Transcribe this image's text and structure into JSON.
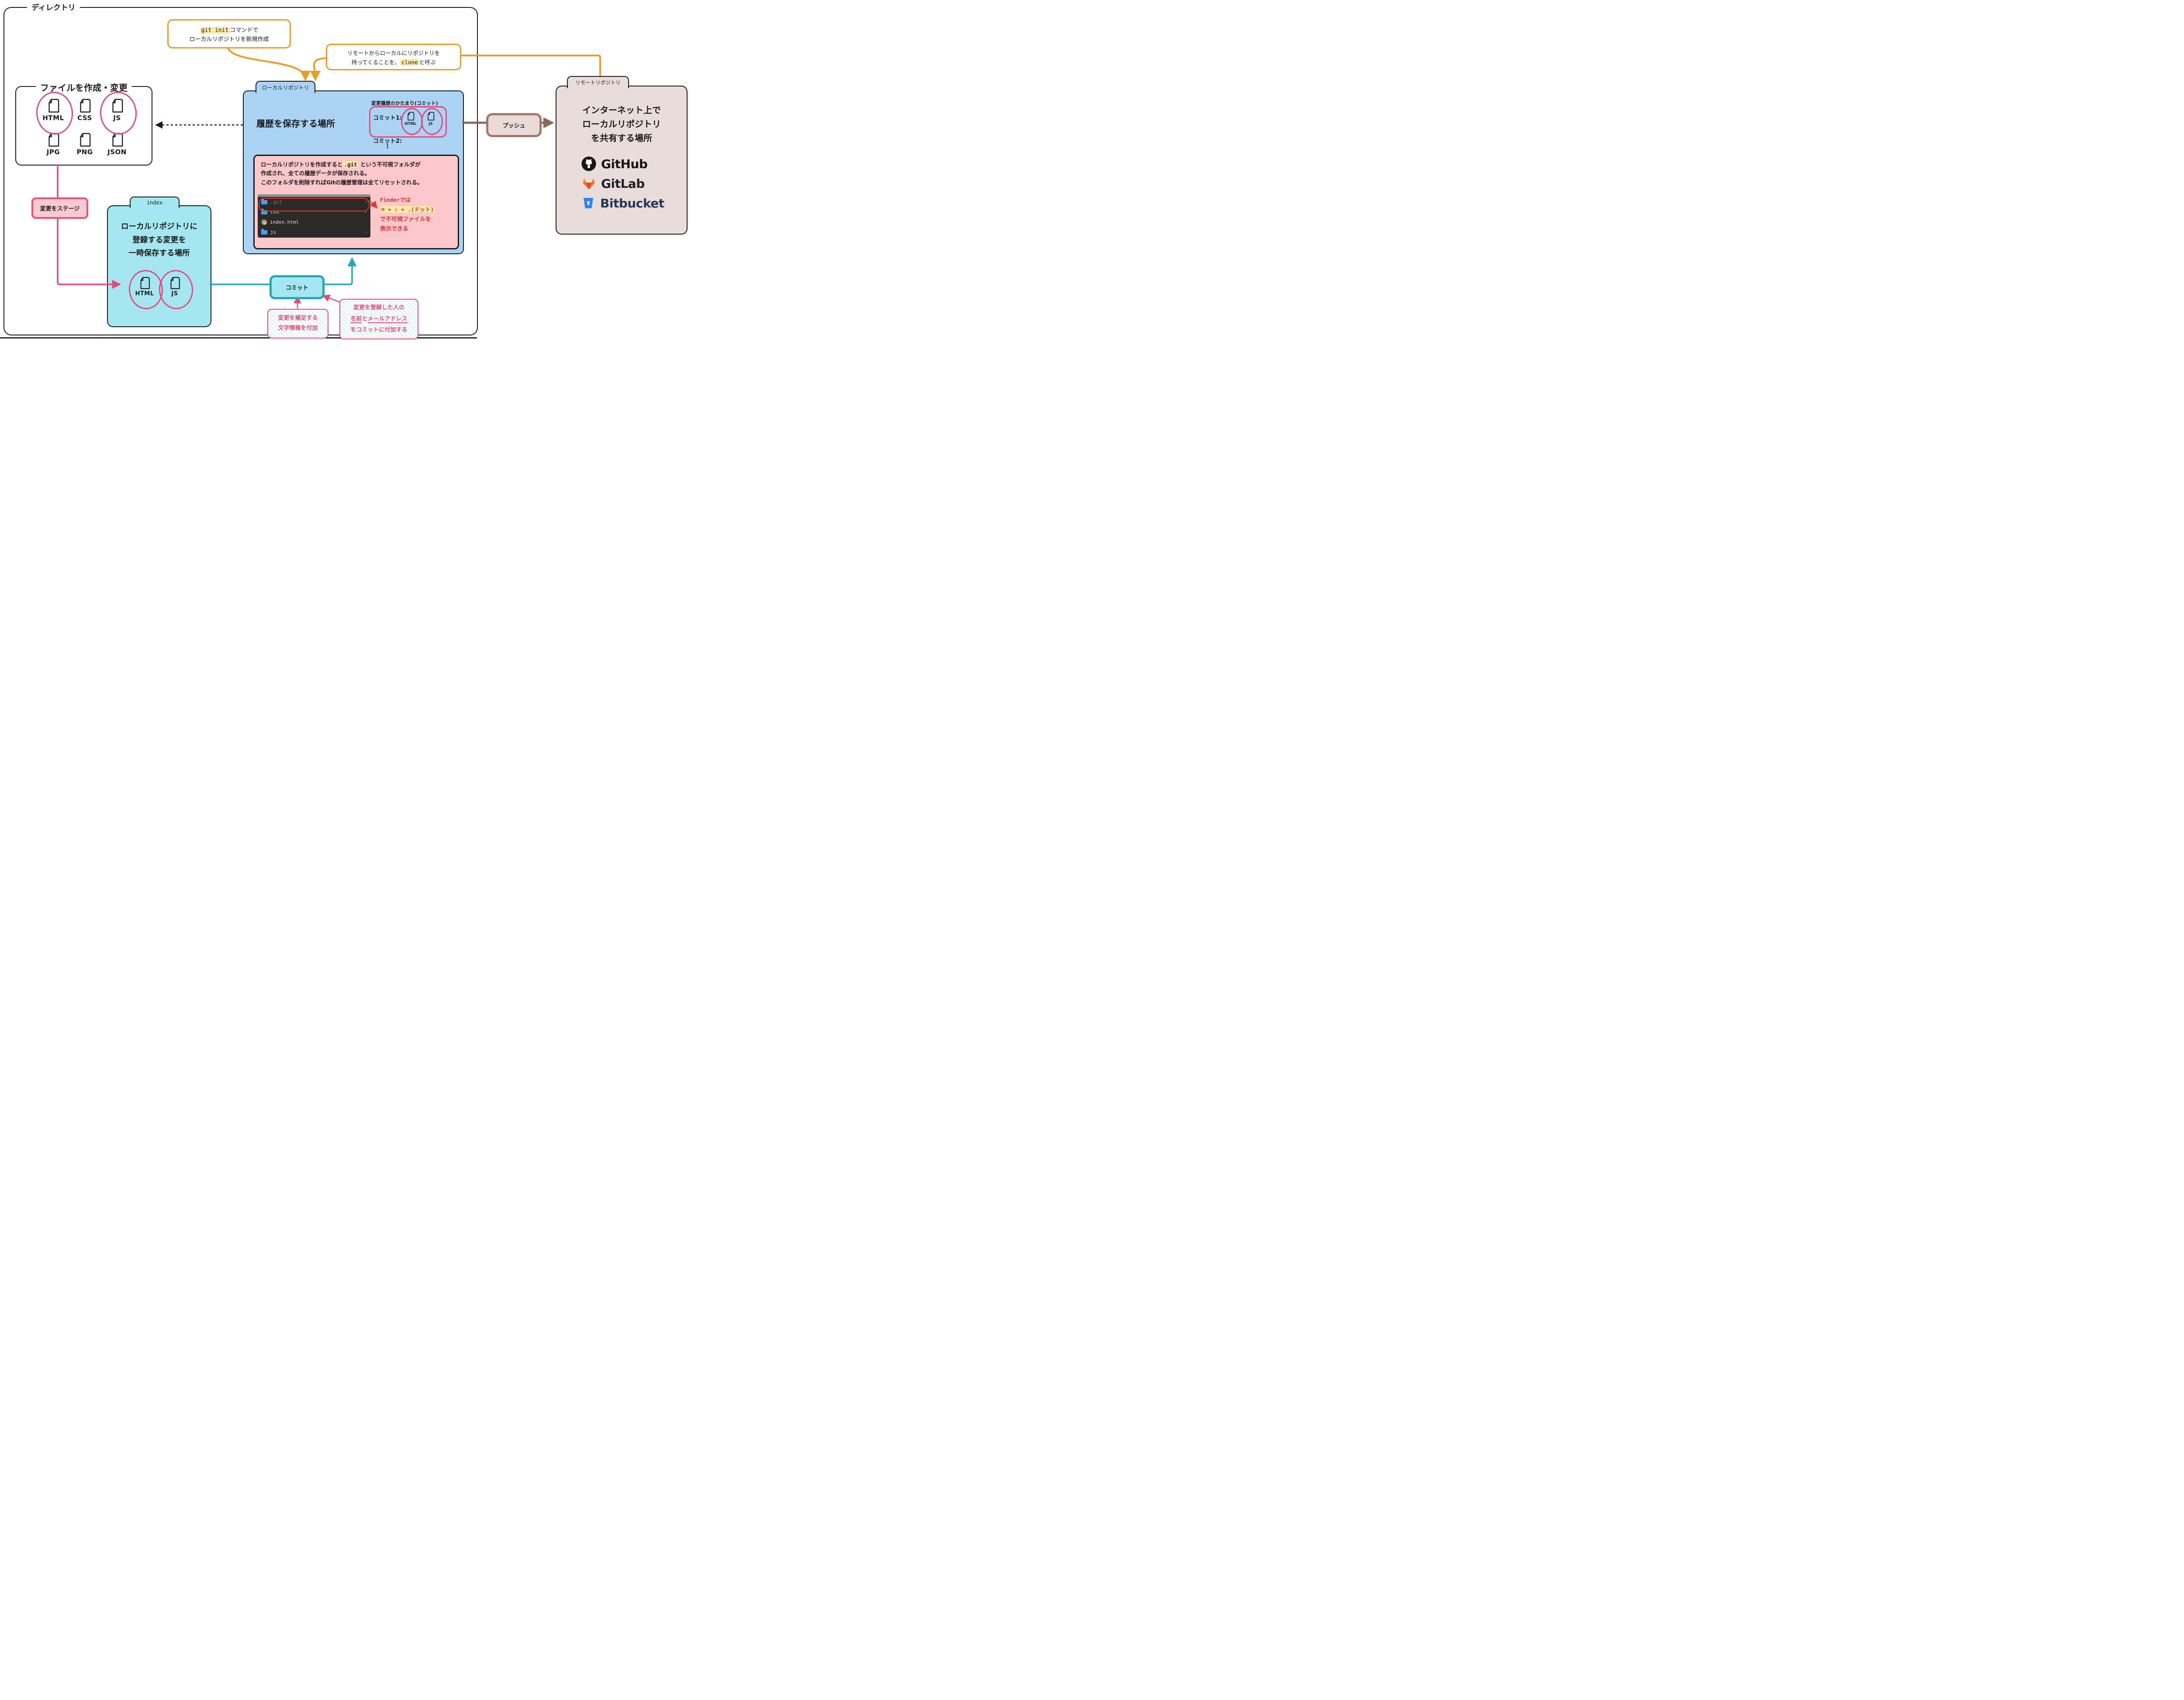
{
  "colors": {
    "orange": "#ED9C23",
    "highlight_yellow": "#FBE9A8",
    "local_blue": "#A9D4F6",
    "note_pink": "#FBC7CB",
    "accent_pink": "#E8487C",
    "annotation_red": "#E0372E",
    "index_cyan": "#A3E8F0",
    "teal": "#23A8B8",
    "push_brown": "#A3766B",
    "remote_tan": "#E8DDDB",
    "github_black": "#171515",
    "gitlab_orange": "#FC6D26",
    "bitbucket_blue": "#2684FF"
  },
  "directory": {
    "label": "ディレクトリ"
  },
  "callout_git_init": {
    "code": "git init",
    "line1_rest": "コマンドで",
    "line2": "ローカルリポジトリを新規作成"
  },
  "callout_clone": {
    "line1": "リモートからローカルにリポジトリを",
    "line2_pre": "持ってくることを、",
    "code": "clone",
    "line2_post": "と呼ぶ"
  },
  "files_box": {
    "title": "ファイルを作成・変更",
    "items": [
      "HTML",
      "CSS",
      "JS",
      "JPG",
      "PNG",
      "JSON"
    ]
  },
  "local_repo": {
    "tab": "ローカルリポジトリ",
    "heading": "履歴を保存する場所",
    "commits_caption": "変更履歴のかたまり(コミット)",
    "commit1": "コミット1:",
    "commit1_files": [
      "HTML",
      "JS"
    ],
    "commit2": "コミット2:",
    "ellipsis": "⋮"
  },
  "git_note": {
    "line1_pre": "ローカルリポジトリを作成すると",
    "code": ".git",
    "line1_post": " という不可視フォルダが",
    "line2": "作成され、全ての履歴データが保存される。",
    "line3": "このフォルダを削除すればGitの履歴管理は全てリセットされる。",
    "chevron": "›",
    "files": [
      {
        "name": ".git"
      },
      {
        "name": "css"
      },
      {
        "name": "index.html"
      },
      {
        "name": "js"
      }
    ],
    "finder": {
      "line1": "Finderでは",
      "shortcut": "⌘ + ⇧ + .(ドット)",
      "line2": "で不可視ファイルを",
      "line3": "表示できる"
    }
  },
  "push": {
    "label": "プッシュ"
  },
  "remote_repo": {
    "tab": "リモートリポジトリ",
    "line1": "インターネット上で",
    "line2": "ローカルリポジトリ",
    "line3": "を共有する場所",
    "logos": [
      "GitHub",
      "GitLab",
      "Bitbucket"
    ]
  },
  "stage": {
    "label": "変更をステージ"
  },
  "index_box": {
    "tab": "index",
    "line1": "ローカルリポジトリに",
    "line2": "登録する変更を",
    "line3": "一時保存する場所",
    "files": [
      "HTML",
      "JS"
    ]
  },
  "commit": {
    "label": "コミット"
  },
  "callout_message": {
    "line1": "変更を補足する",
    "line2": "文字情報を付加"
  },
  "callout_author": {
    "line1": "変更を登録した人の",
    "name": "名前",
    "conj": "と",
    "email": "メールアドレス",
    "line3": "をコミットに付加する"
  }
}
